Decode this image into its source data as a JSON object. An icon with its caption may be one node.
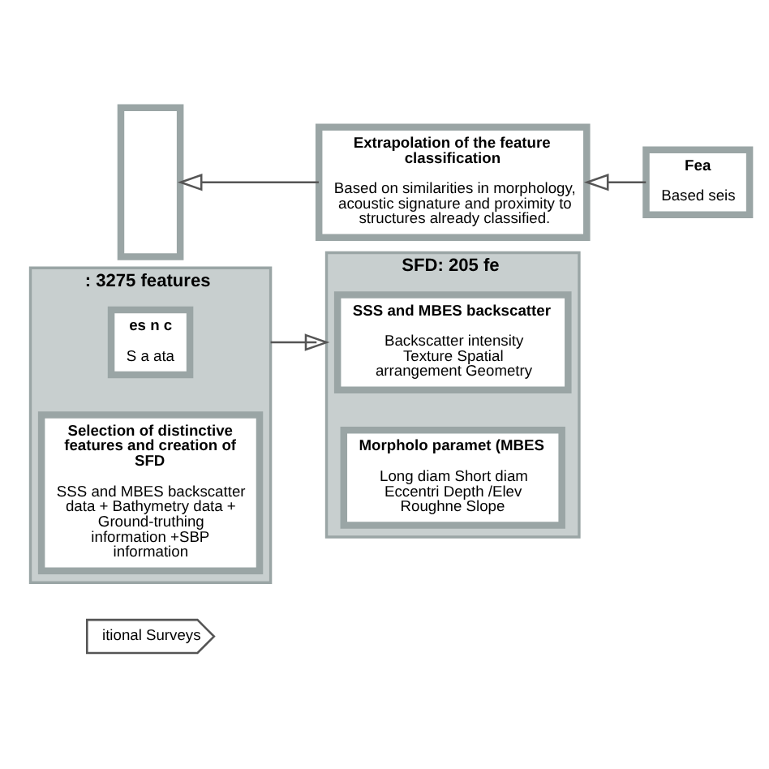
{
  "diagram": {
    "nodes": [
      {
        "text": [
          "itional Surveys"
        ]
      },
      {
        "text": [
          ": 3275 features"
        ]
      },
      {
        "text": [
          "es n c",
          "S a ata"
        ],
        "in": 1
      },
      {
        "text": [
          "Selection of distinctive features and creation of SFD",
          "SSS and MBES backscatter data + Bathymetry data + Ground-truthing information +SBP information"
        ],
        "in": 1
      },
      {
        "text": [
          "SFD: 205 fe"
        ]
      },
      {
        "text": [
          "SSS and MBES backscatter",
          "Backscatter intensity Texture Spatial arrangement Geometry"
        ],
        "in": 4
      },
      {
        "text": [
          "Morpholo paramet (MBES",
          "Long diam Short diam Eccentri Depth /Elev Roughne Slope"
        ],
        "in": 4
      },
      {
        "text": [],
        "shape": "box"
      },
      {
        "text": [
          "Extrapolation of the feature classification",
          "Based on similarities in morphology, acoustic signature and proximity to structures already classified."
        ]
      },
      {
        "text": [
          "Fea",
          "Based seis"
        ]
      }
    ],
    "edges": [
      {
        "from": 1,
        "to": 4,
        "arrow": "to"
      },
      {
        "from": 9,
        "to": 8,
        "arrow": "to"
      },
      {
        "from": 8,
        "to": 7,
        "arrow": "to"
      }
    ]
  }
}
